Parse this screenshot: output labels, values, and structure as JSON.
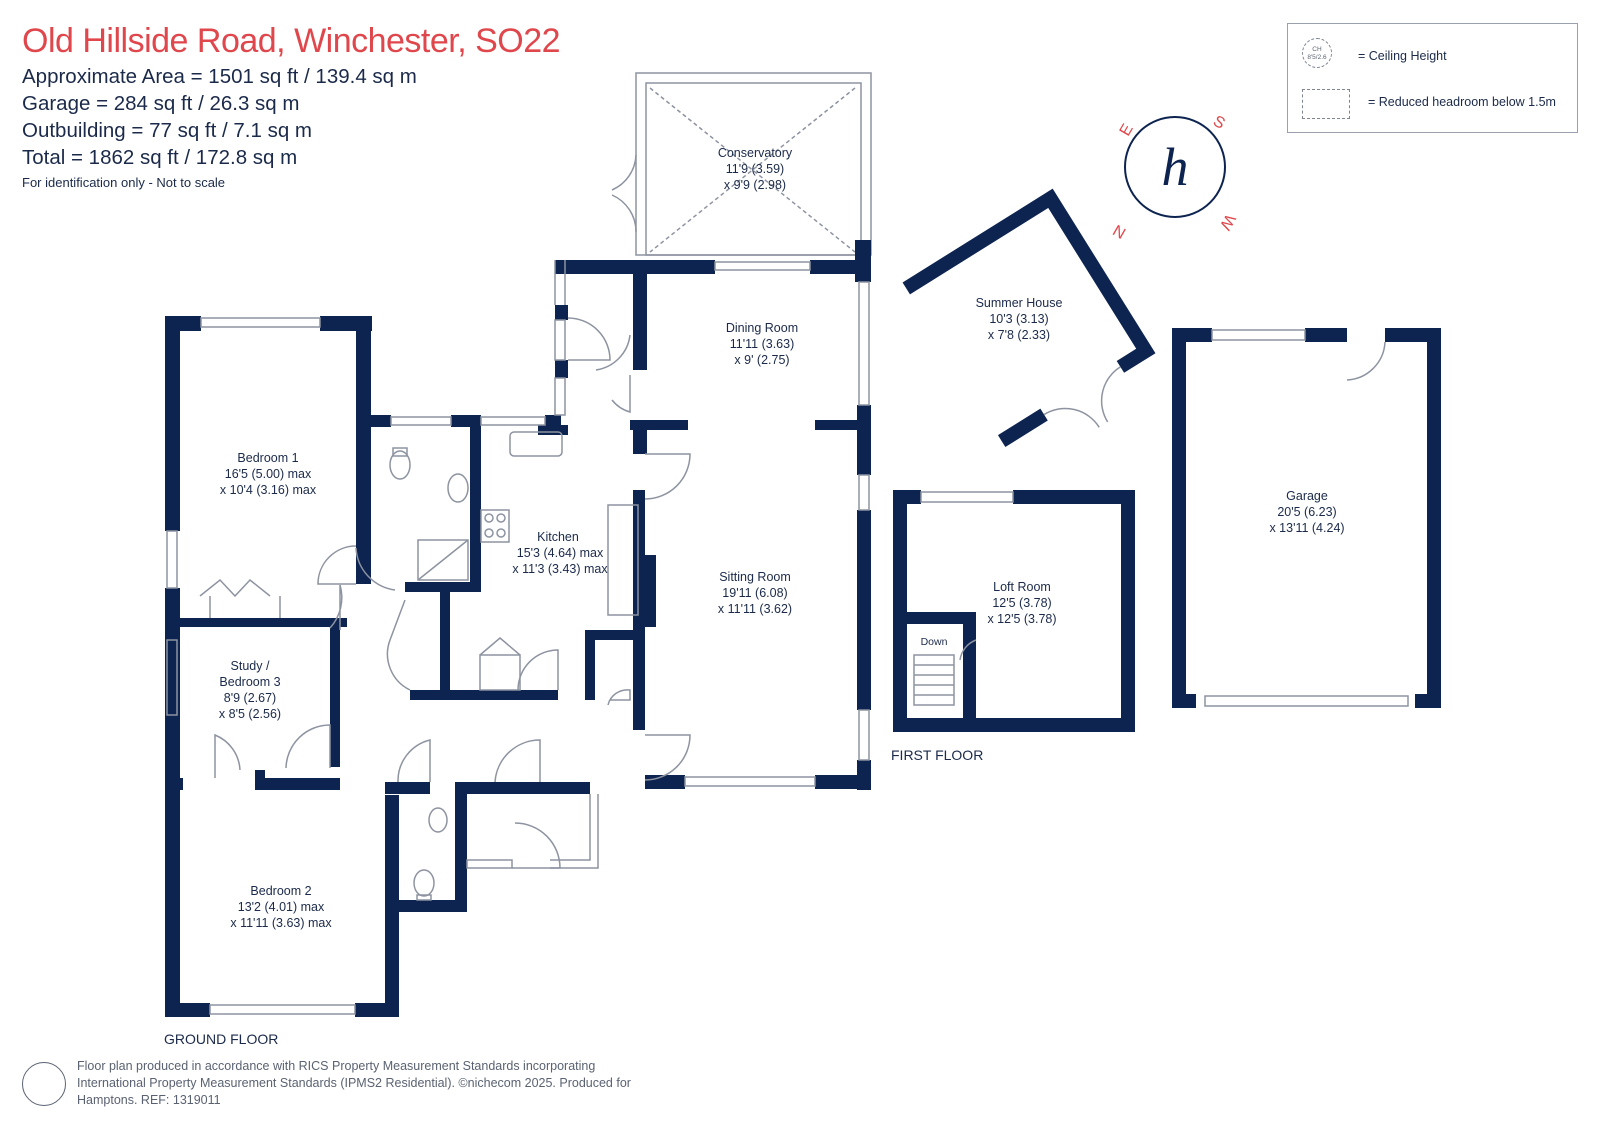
{
  "header": {
    "title": "Old Hillside Road, Winchester, SO22",
    "areas": [
      "Approximate Area = 1501 sq ft / 139.4 sq m",
      "Garage = 284 sq ft / 26.3 sq m",
      "Outbuilding = 77 sq ft / 7.1 sq m",
      "Total = 1862 sq ft / 172.8 sq m"
    ],
    "disclaimer": "For identification only - Not to scale"
  },
  "legend": {
    "ceiling_icon_text": "CH 8'5/2.6",
    "ceiling_label": "= Ceiling Height",
    "reduced_label": "= Reduced headroom below 1.5m"
  },
  "compass": {
    "n": "N",
    "e": "E",
    "s": "S",
    "w": "W",
    "logo": "h"
  },
  "rooms": {
    "conservatory": [
      "Conservatory",
      "11'9 (3.59)",
      "x 9'9 (2.98)"
    ],
    "dining": [
      "Dining Room",
      "11'11 (3.63)",
      "x 9' (2.75)"
    ],
    "bedroom1": [
      "Bedroom 1",
      "16'5 (5.00) max",
      "x 10'4 (3.16) max"
    ],
    "kitchen": [
      "Kitchen",
      "15'3 (4.64) max",
      "x 11'3 (3.43) max"
    ],
    "sitting": [
      "Sitting Room",
      "19'11 (6.08)",
      "x 11'11 (3.62)"
    ],
    "study": [
      "Study /",
      "Bedroom 3",
      "8'9 (2.67)",
      "x 8'5 (2.56)"
    ],
    "bedroom2": [
      "Bedroom 2",
      "13'2 (4.01) max",
      "x 11'11 (3.63) max"
    ],
    "summer": [
      "Summer House",
      "10'3 (3.13)",
      "x 7'8 (2.33)"
    ],
    "loft": [
      "Loft Room",
      "12'5 (3.78)",
      "x 12'5 (3.78)"
    ],
    "garage": [
      "Garage",
      "20'5 (6.23)",
      "x 13'11 (4.24)"
    ]
  },
  "stairs_label": "Down",
  "floor_labels": {
    "ground": "GROUND FLOOR",
    "first": "FIRST FLOOR"
  },
  "footer": [
    "Floor plan produced in accordance with RICS Property Measurement Standards incorporating",
    "International Property Measurement Standards (IPMS2 Residential).  ©nichecom 2025.   Produced for",
    "Hamptons.  REF: 1319011"
  ],
  "colors": {
    "wall": "#0d2350",
    "title": "#e0474c",
    "text": "#1b2a4a",
    "thin": "#8d93a0"
  }
}
